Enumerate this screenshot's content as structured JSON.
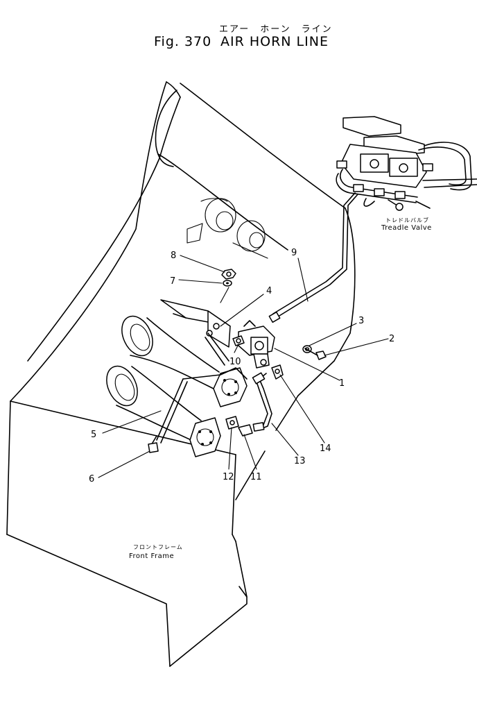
{
  "title": {
    "japanese": "エアー　ホーン　ライン",
    "figure": "Fig. 370",
    "name": "AIR HORN LINE"
  },
  "labels": {
    "treadle_jp": "トレドルバルブ",
    "treadle_en": "Treadle Valve",
    "frame_jp": "フロントフレーム",
    "frame_en": "Front Frame"
  },
  "callouts": [
    "1",
    "2",
    "3",
    "4",
    "5",
    "6",
    "7",
    "8",
    "9",
    "10",
    "11",
    "12",
    "13",
    "14"
  ]
}
